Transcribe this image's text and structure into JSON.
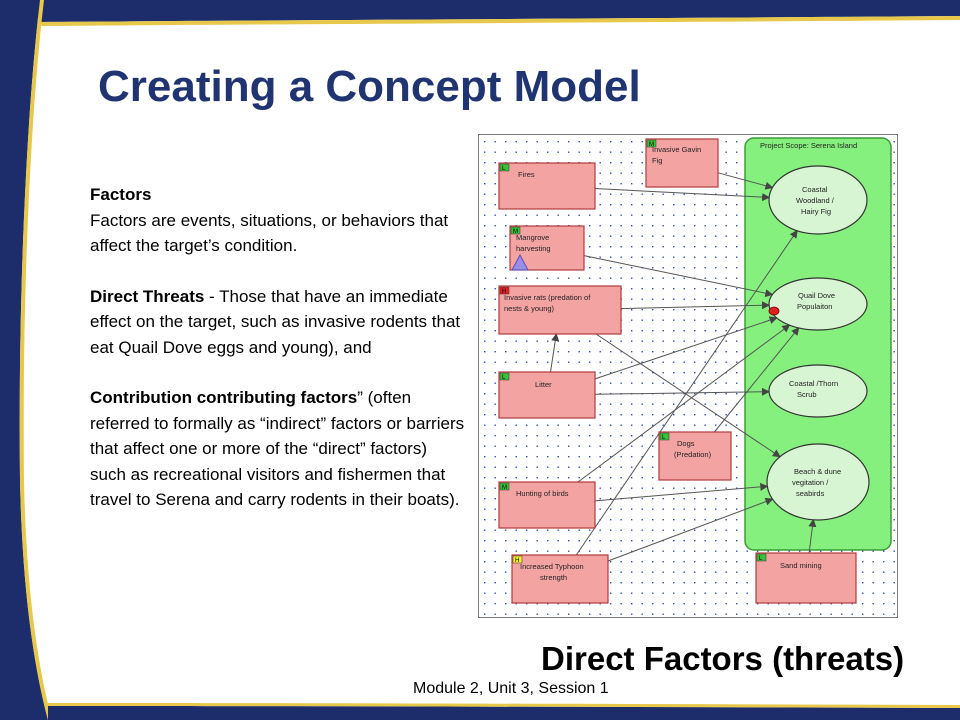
{
  "slide": {
    "title": "Creating a Concept Model",
    "subtitle": "Direct Factors (threats)",
    "footer": "Module 2, Unit 3, Session 1"
  },
  "body": {
    "factors_heading": "Factors",
    "factors_text": "Factors are events, situations, or behaviors that affect the target’s condition.",
    "direct_threats_heading": "Direct Threats",
    "direct_threats_text": " - Those that have an immediate effect on the target, such as invasive rodents that eat Quail Dove eggs and young), and",
    "contributing_heading": "Contribution contributing factors",
    "contributing_text": "” (often referred to formally as “indirect” factors or barriers that affect one or more of the “direct” factors) such as recreational visitors and fishermen that travel to Serena and carry rodents in their boats)."
  },
  "diagram": {
    "scope_label": "Project Scope: Serena Island",
    "colors": {
      "factor_fill": "#f4a3a3",
      "factor_stroke": "#b03a3a",
      "scope_fill": "#86f07e",
      "target_fill": "#d8f5d3",
      "dot": "#2b4fb0",
      "badge_green": "#39c239",
      "badge_red": "#e02020",
      "badge_yellow": "#f2ee2a"
    },
    "factors": [
      {
        "id": "fires",
        "label": "Fires",
        "badge": "L",
        "badge_color": "green"
      },
      {
        "id": "gavin",
        "label": "Invasive Gavin Fig",
        "badge": "M",
        "badge_color": "green"
      },
      {
        "id": "mangrove",
        "label": "Mangrove harvesting",
        "badge": "M",
        "badge_color": "green"
      },
      {
        "id": "rats",
        "label": "Invasive rats (predation of nests & young)",
        "badge": "H",
        "badge_color": "red"
      },
      {
        "id": "litter",
        "label": "Litter",
        "badge": "L",
        "badge_color": "green"
      },
      {
        "id": "dogs",
        "label": "Dogs (Predation)",
        "badge": "L",
        "badge_color": "green"
      },
      {
        "id": "hunting",
        "label": "Hunting of birds",
        "badge": "M",
        "badge_color": "green"
      },
      {
        "id": "typhoon",
        "label": "Increased Typhoon strength",
        "badge": "H",
        "badge_color": "yellow"
      },
      {
        "id": "sand",
        "label": "Sand mining",
        "badge": "L",
        "badge_color": "green"
      }
    ],
    "targets": [
      {
        "id": "coastal_woodland",
        "label": "Coastal Woodland / Hairy Fig"
      },
      {
        "id": "quail_dove",
        "label": "Quail Dove Populaiton"
      },
      {
        "id": "thorn_scrub",
        "label": "Coastal /Thorn Scrub"
      },
      {
        "id": "beach_dune",
        "label": "Beach & dune vegitation / seabirds"
      }
    ],
    "links": [
      [
        "fires",
        "coastal_woodland"
      ],
      [
        "gavin",
        "coastal_woodland"
      ],
      [
        "mangrove",
        "quail_dove"
      ],
      [
        "rats",
        "quail_dove"
      ],
      [
        "rats",
        "beach_dune"
      ],
      [
        "litter",
        "rats"
      ],
      [
        "litter",
        "quail_dove"
      ],
      [
        "litter",
        "thorn_scrub"
      ],
      [
        "dogs",
        "quail_dove"
      ],
      [
        "hunting",
        "quail_dove"
      ],
      [
        "hunting",
        "beach_dune"
      ],
      [
        "typhoon",
        "coastal_woodland"
      ],
      [
        "typhoon",
        "beach_dune"
      ],
      [
        "sand",
        "beach_dune"
      ]
    ]
  }
}
